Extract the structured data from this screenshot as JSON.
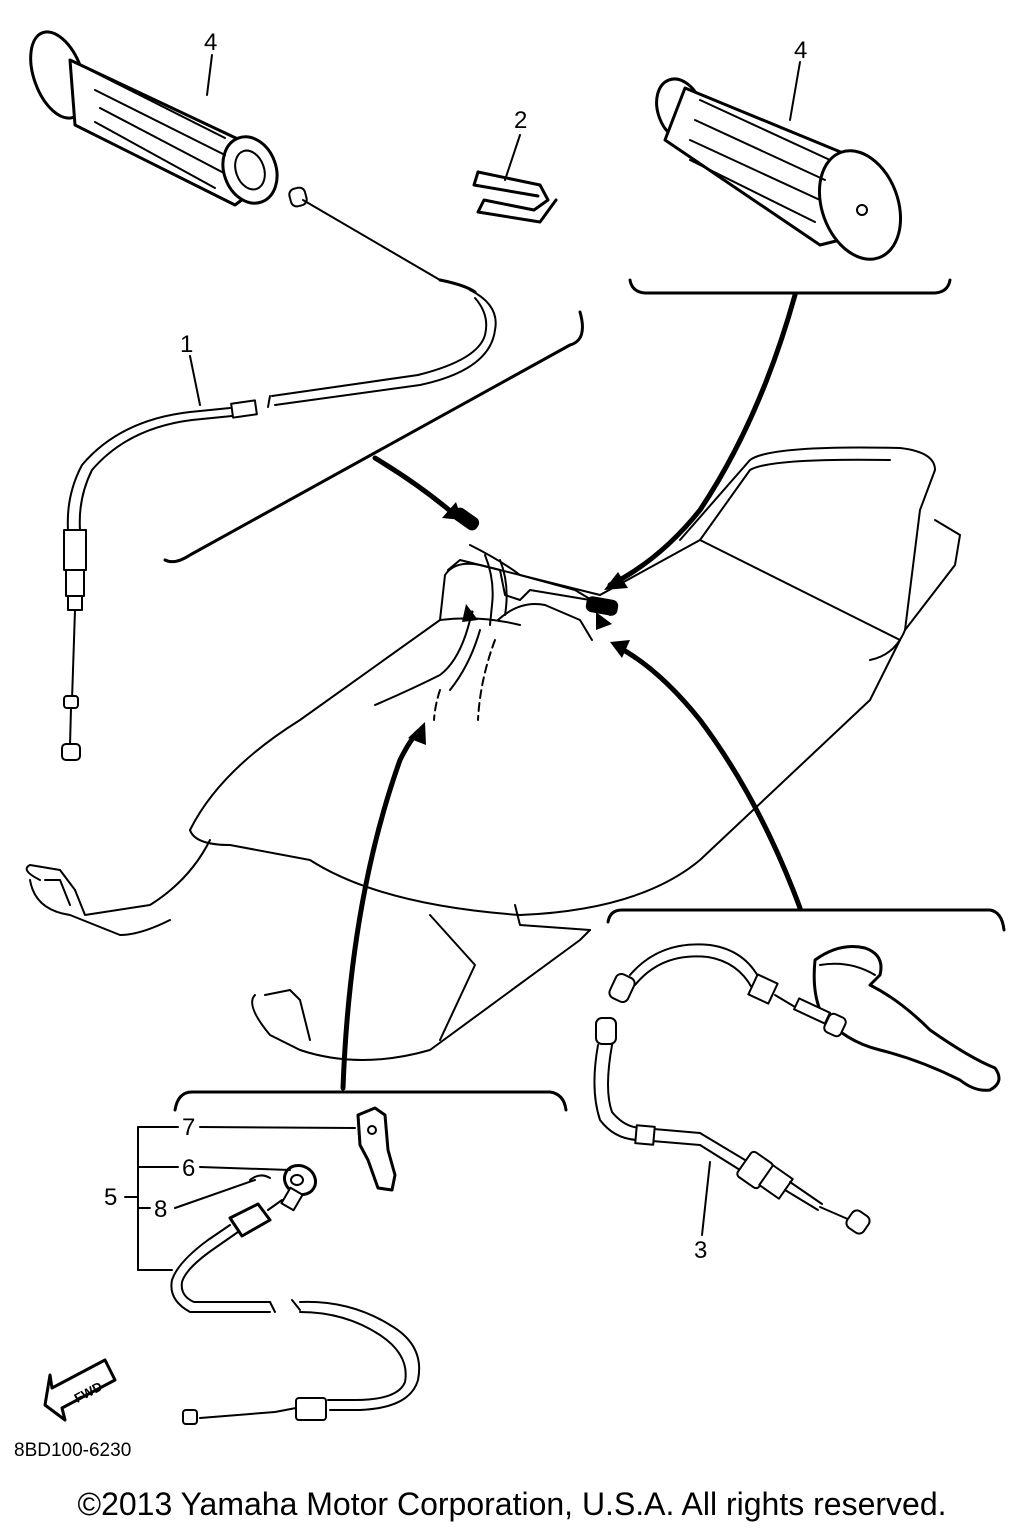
{
  "diagram": {
    "callouts": {
      "part1": "1",
      "part2": "2",
      "part3": "3",
      "part4_left": "4",
      "part4_right": "4",
      "part5": "5",
      "part6": "6",
      "part7": "7",
      "part8": "8"
    },
    "drawing_code": "8BD100-6230",
    "fwd_label": "FWD",
    "icons": [
      "handlebar-grip",
      "grip-clip",
      "throttle-cable",
      "brake-cable",
      "brake-lever",
      "choke-cable",
      "snowmobile",
      "forward-arrow"
    ]
  },
  "footer": {
    "copyright": "©2013 Yamaha Motor Corporation, U.S.A. All rights reserved."
  }
}
